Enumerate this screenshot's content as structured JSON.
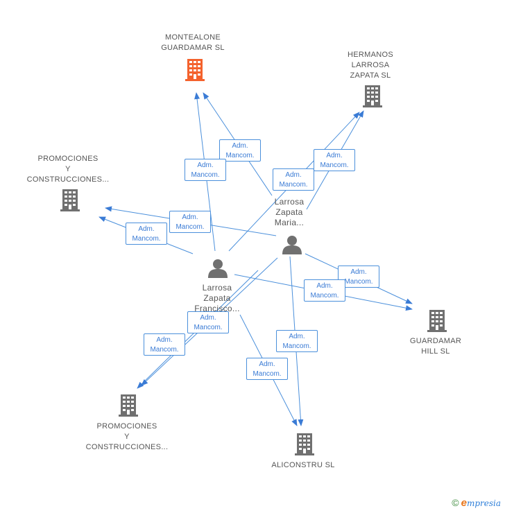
{
  "nodes": {
    "montealone": {
      "lines": [
        "MONTEALONE",
        "GUARDAMAR SL"
      ],
      "highlight_color": "#f4622d"
    },
    "hermanos": {
      "lines": [
        "HERMANOS",
        "LARROSA",
        "ZAPATA SL"
      ]
    },
    "promociones_top": {
      "lines": [
        "PROMOCIONES",
        "Y",
        "CONSTRUCCIONES..."
      ]
    },
    "maria": {
      "lines": [
        "Larrosa",
        "Zapata",
        "Maria..."
      ]
    },
    "francisco": {
      "lines": [
        "Larrosa",
        "Zapata",
        "Francisco..."
      ]
    },
    "guardamar_hill": {
      "lines": [
        "GUARDAMAR",
        "HILL SL"
      ]
    },
    "promociones_bottom": {
      "lines": [
        "PROMOCIONES",
        "Y",
        "CONSTRUCCIONES..."
      ]
    },
    "aliconstru": {
      "lines": [
        "ALICONSTRU SL"
      ]
    }
  },
  "edge_label": {
    "line1": "Adm.",
    "line2": "Mancom."
  },
  "colors": {
    "edge": "#3a7bd5",
    "building": "#707070",
    "highlight": "#f4622d"
  },
  "footer": {
    "copyright": "©",
    "brand_initial": "e",
    "brand_rest": "mpresia"
  }
}
